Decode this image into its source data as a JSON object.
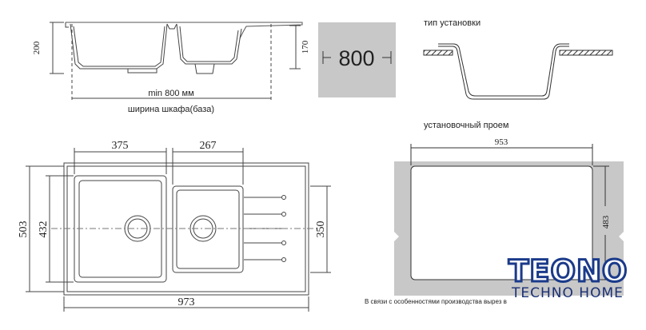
{
  "side_view": {
    "height_left": "200",
    "height_right": "170",
    "cabinet_note": "min 800 мм",
    "cabinet_caption": "ширина шкафа(база)"
  },
  "box_800": {
    "value": "800"
  },
  "install_type": {
    "title": "тип установки"
  },
  "cutout": {
    "title": "установочный проем",
    "width": "953",
    "height": "483",
    "footnote": "В связи с особенностями производства вырез в"
  },
  "top_view": {
    "bowl_left_width": "375",
    "bowl_right_width": "267",
    "total_width": "973",
    "total_depth": "503",
    "bowl_depth": "432",
    "right_depth": "350"
  },
  "logo": {
    "main": "TEONO",
    "sub": "TECHNO HOME"
  }
}
